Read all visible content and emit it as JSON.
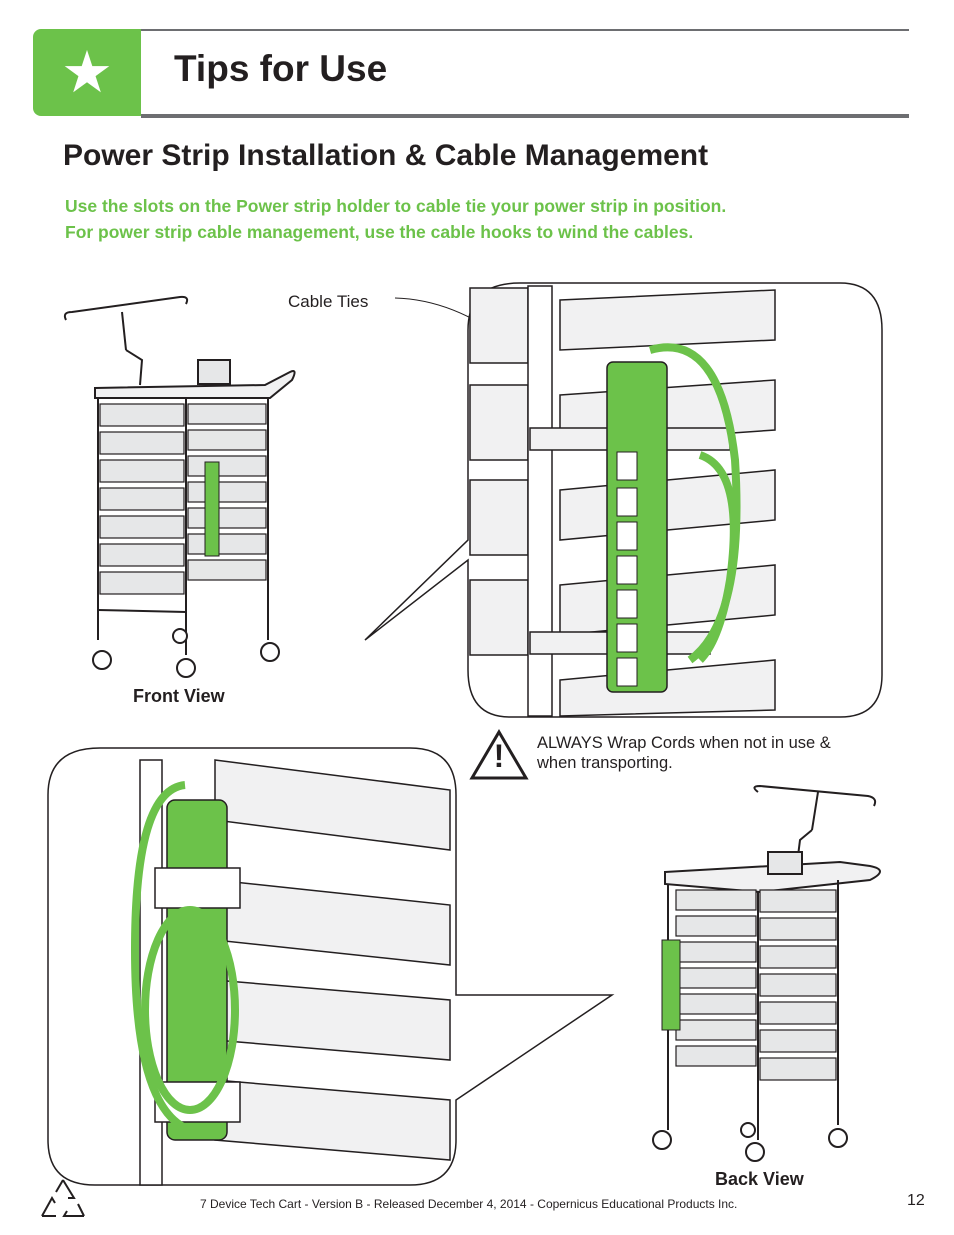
{
  "header": {
    "icon": "star-icon",
    "title": "Tips for Use",
    "accent_color": "#6cc24a"
  },
  "section": {
    "title": "Power Strip Installation & Cable Management"
  },
  "instructions": {
    "line1": "Use the slots on the Power strip holder to cable tie your power strip in position.",
    "line2": "For power strip cable management, use the cable hooks to wind the cables."
  },
  "figures": {
    "cable_ties_label": "Cable Ties",
    "front_view_label": "Front View",
    "back_view_label": "Back View"
  },
  "warning": {
    "icon": "warning-triangle-icon",
    "symbol": "!",
    "text": "ALWAYS Wrap Cords when not in use & when transporting."
  },
  "footer": {
    "text": "7 Device Tech Cart - Version B - Released December 4, 2014 - Copernicus Educational Products Inc.",
    "page_number": "12",
    "icon": "recycle-icon"
  }
}
